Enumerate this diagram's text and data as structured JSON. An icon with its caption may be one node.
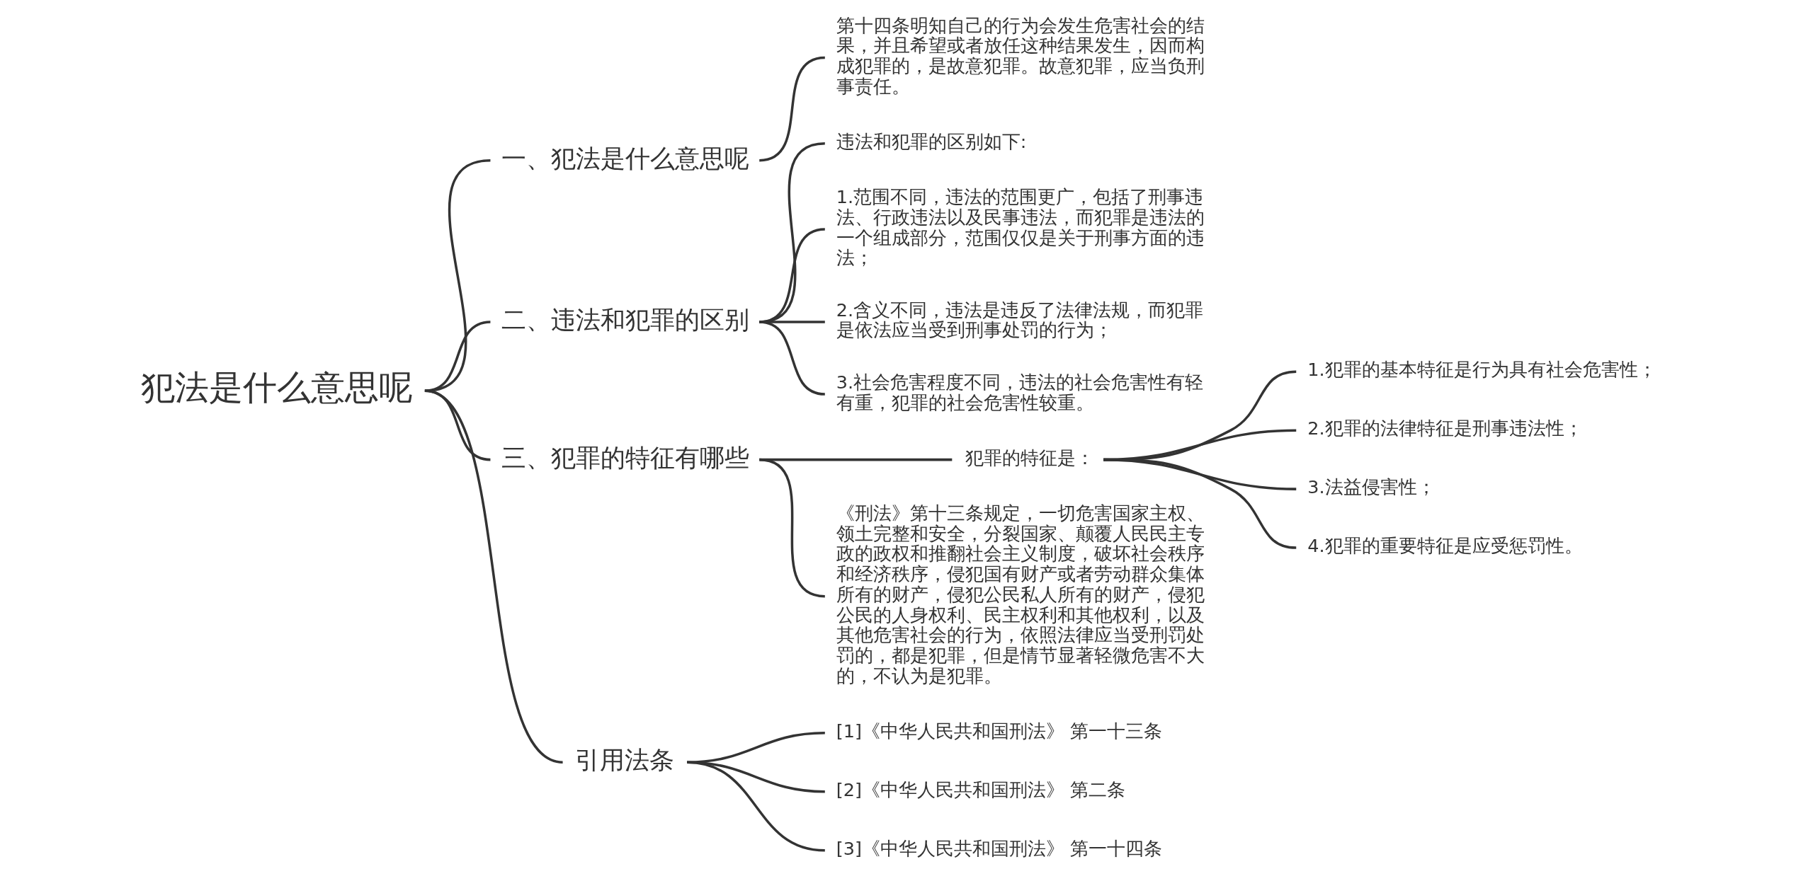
{
  "diagram": {
    "nodes": [
      {
        "text": [
          "犯法是什么意思呢"
        ]
      },
      {
        "text": [
          "一、犯法是什么意思呢"
        ]
      },
      {
        "text": [
          "第十四条明知自己的行为会发生危害社会的结果，并且希望或者放任这种结果发生，因而构成犯罪的，是故意犯罪。故意犯罪，应当负刑事责任。"
        ]
      },
      {
        "text": [
          "二、违法和犯罪的区别"
        ]
      },
      {
        "text": [
          "违法和犯罪的区别如下:"
        ]
      },
      {
        "text": [
          "1.范围不同，违法的范围更广，包括了刑事违法、行政违法以及民事违法，而犯罪是违法的一个组成部分，范围仅仅是关于刑事方面的违法；"
        ]
      },
      {
        "text": [
          "2.含义不同，违法是违反了法律法规，而犯罪是依法应当受到刑事处罚的行为；"
        ]
      },
      {
        "text": [
          "3.社会危害程度不同，违法的社会危害性有轻有重，犯罪的社会危害性较重。"
        ]
      },
      {
        "text": [
          "三、犯罪的特征有哪些"
        ]
      },
      {
        "text": [
          "犯罪的特征是："
        ]
      },
      {
        "text": [
          "1.犯罪的基本特征是行为具有社会危害性；"
        ]
      },
      {
        "text": [
          "2.犯罪的法律特征是刑事违法性；"
        ]
      },
      {
        "text": [
          "3.法益侵害性；"
        ]
      },
      {
        "text": [
          "4.犯罪的重要特征是应受惩罚性。"
        ]
      },
      {
        "text": [
          "《刑法》第十三条规定，一切危害国家主权、领土完整和安全，分裂国家、颠覆人民民主专政的政权和推翻社会主义制度，破坏社会秩序和经济秩序，侵犯国有财产或者劳动群众集体所有的财产，侵犯公民私人所有的财产，侵犯公民的人身权利、民主权利和其他权利，以及其他危害社会的行为，依照法律应当受刑罚处罚的，都是犯罪，但是情节显著轻微危害不大的，不认为是犯罪。"
        ]
      },
      {
        "text": [
          "引用法条"
        ]
      },
      {
        "text": [
          "[1]《中华人民共和国刑法》 第一十三条"
        ]
      },
      {
        "text": [
          "[2]《中华人民共和国刑法》 第二条"
        ]
      },
      {
        "text": [
          "[3]《中华人民共和国刑法》 第一十四条"
        ]
      }
    ],
    "edges": [
      {
        "from": 0,
        "to": 1,
        "arrow": "none"
      },
      {
        "from": 1,
        "to": 2,
        "arrow": "none"
      },
      {
        "from": 0,
        "to": 3,
        "arrow": "none"
      },
      {
        "from": 3,
        "to": 4,
        "arrow": "none"
      },
      {
        "from": 3,
        "to": 5,
        "arrow": "none"
      },
      {
        "from": 3,
        "to": 6,
        "arrow": "none"
      },
      {
        "from": 3,
        "to": 7,
        "arrow": "none"
      },
      {
        "from": 0,
        "to": 8,
        "arrow": "none"
      },
      {
        "from": 8,
        "to": 9,
        "arrow": "none"
      },
      {
        "from": 9,
        "to": 10,
        "arrow": "none"
      },
      {
        "from": 9,
        "to": 11,
        "arrow": "none"
      },
      {
        "from": 9,
        "to": 12,
        "arrow": "none"
      },
      {
        "from": 9,
        "to": 13,
        "arrow": "none"
      },
      {
        "from": 8,
        "to": 14,
        "arrow": "none"
      },
      {
        "from": 0,
        "to": 15,
        "arrow": "none"
      },
      {
        "from": 15,
        "to": 16,
        "arrow": "none"
      },
      {
        "from": 15,
        "to": 17,
        "arrow": "none"
      },
      {
        "from": 15,
        "to": 18,
        "arrow": "none"
      }
    ]
  }
}
